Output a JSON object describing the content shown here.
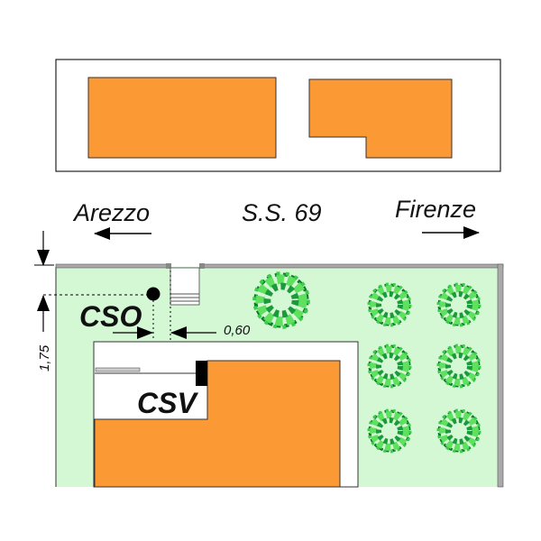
{
  "labels": {
    "left_city": "Arezzo",
    "road": "S.S. 69",
    "right_city": "Firenze",
    "cso": "CSO",
    "csv": "CSV",
    "distance": "0,60",
    "height": "1,75"
  },
  "colors": {
    "building": "#fb9a35",
    "garden": "#d4f7d4",
    "wall": "#9a9a9a",
    "tree_light": "#5fe05f",
    "tree_dark": "#0b7a2a"
  }
}
